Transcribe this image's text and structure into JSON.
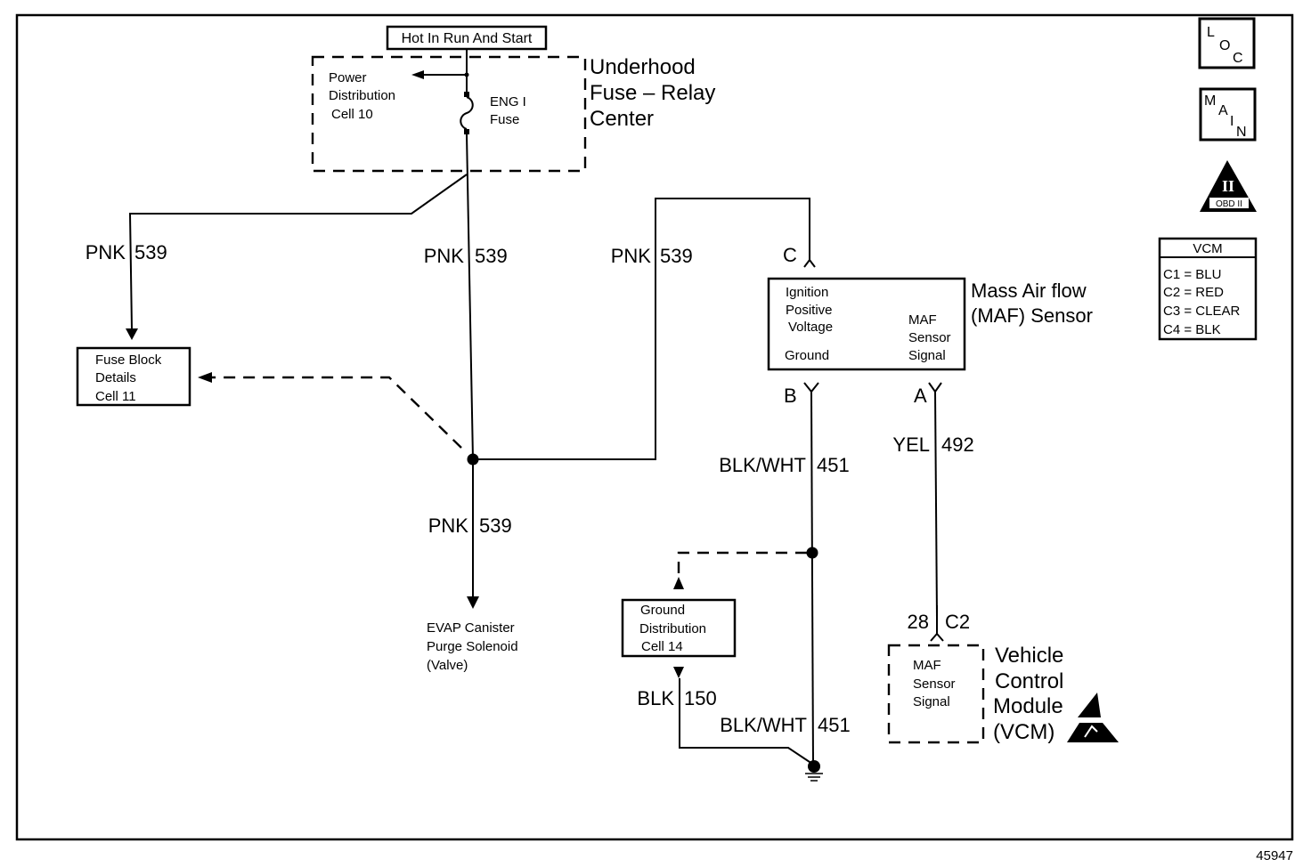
{
  "diagram": {
    "title_box": "Hot In Run And Start",
    "figure_number": "45947",
    "colors": {
      "line": "#000000",
      "background": "#ffffff"
    }
  },
  "fuse_relay_center": {
    "name_lines": [
      "Underhood",
      "Fuse – Relay",
      "Center"
    ],
    "power_distribution_lines": [
      "Power",
      "Distribution",
      "Cell 10"
    ],
    "fuse_lines": [
      "ENG I",
      "Fuse"
    ]
  },
  "wires": {
    "w1": {
      "color": "PNK",
      "circuit": "539"
    },
    "w2": {
      "color": "PNK",
      "circuit": "539"
    },
    "w3": {
      "color": "PNK",
      "circuit": "539"
    },
    "w4": {
      "color": "PNK",
      "circuit": "539"
    },
    "w5": {
      "color": "BLK/WHT",
      "circuit": "451"
    },
    "w6": {
      "color": "YEL",
      "circuit": "492"
    },
    "w7": {
      "color": "BLK",
      "circuit": "150"
    },
    "w8": {
      "color": "BLK/WHT",
      "circuit": "451"
    }
  },
  "fuse_block": {
    "lines": [
      "Fuse Block",
      "Details",
      "Cell 11"
    ]
  },
  "evap": {
    "lines": [
      "EVAP Canister",
      "Purge Solenoid",
      "(Valve)"
    ]
  },
  "maf_sensor": {
    "name_lines": [
      "Mass Air flow",
      "(MAF) Sensor"
    ],
    "pin_c": "C",
    "pin_b": "B",
    "pin_a": "A",
    "ignition_lines": [
      "Ignition",
      "Positive",
      "Voltage"
    ],
    "ground_label": "Ground",
    "signal_lines": [
      "MAF",
      "Sensor",
      "Signal"
    ]
  },
  "ground_distribution": {
    "lines": [
      "Ground",
      "Distribution",
      "Cell 14"
    ]
  },
  "vcm": {
    "pin": "28",
    "connector": "C2",
    "inner_lines": [
      "MAF",
      "Sensor",
      "Signal"
    ],
    "name_lines": [
      "Vehicle",
      "Control",
      "Module",
      "(VCM)"
    ]
  },
  "side_icons": {
    "loc": [
      "L",
      "O",
      "C"
    ],
    "main": [
      "M",
      "A",
      "I",
      "N"
    ],
    "obd": {
      "numeral": "II",
      "label": "OBD II"
    }
  },
  "connector_legend": {
    "title": "VCM",
    "rows": [
      "C1 = BLU",
      "C2 = RED",
      "C3 = CLEAR",
      "C4 = BLK"
    ]
  }
}
